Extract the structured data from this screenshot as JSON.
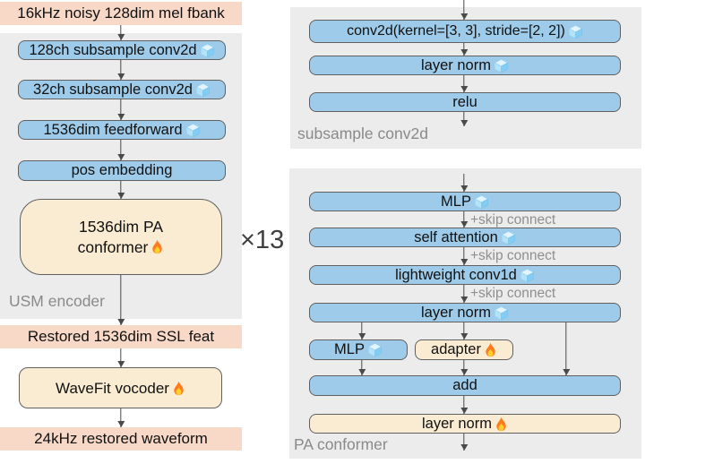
{
  "colors": {
    "io_pink": "#f8d9c8",
    "frozen_blue": "#9ecbe9",
    "tuned_tan": "#faecd2",
    "panel_gray": "#ececec",
    "box_border": "#606060",
    "arrow": "#4a4a4a",
    "panel_label": "#8a8a8a",
    "skip_text": "#8f8f8f"
  },
  "legend_icons": {
    "frozen": "ice-cube-icon",
    "finetuned": "flame-icon"
  },
  "left_column": {
    "mel_fbank": "16kHz noisy 128dim mel fbank",
    "conv128": "128ch subsample conv2d",
    "conv32": "32ch subsample conv2d",
    "feedforward": "1536dim feedforward",
    "pos_embedding": "pos embedding",
    "pa_conformer_line1": "1536dim PA",
    "pa_conformer_line2": "conformer",
    "repeat": "×13",
    "panel_label": "USM encoder",
    "ssl_feat": "Restored 1536dim SSL feat",
    "wavefit": "WaveFit vocoder",
    "waveform": "24kHz restored waveform"
  },
  "subsample_panel": {
    "conv2d": "conv2d(kernel=[3, 3], stride=[2, 2])",
    "layer_norm": "layer norm",
    "relu": "relu",
    "panel_label": "subsample conv2d"
  },
  "pa_panel": {
    "mlp": "MLP",
    "skip_connect": "+skip connect",
    "self_attention": "self attention",
    "lightweight_conv1d": "lightweight conv1d",
    "layer_norm_frozen": "layer norm",
    "mlp_branch": "MLP",
    "adapter": "adapter",
    "add": "add",
    "layer_norm_finetuned": "layer norm",
    "panel_label": "PA conformer"
  }
}
